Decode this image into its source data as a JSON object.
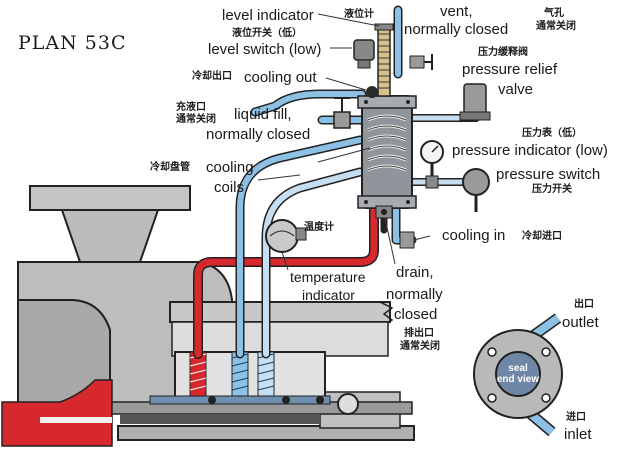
{
  "plan": "PLAN 53C",
  "labels": {
    "level_indicator": "level indicator",
    "level_indicator_zh": "液位计",
    "level_switch_zh": "液位开关（低）",
    "level_switch": "level switch (low)",
    "vent_line1": "vent,",
    "vent_line2": "normally closed",
    "vent_zh_line1": "气孔",
    "vent_zh_line2": "通常关闭",
    "relief_zh": "压力缓释阀",
    "relief_line1": "pressure relief",
    "relief_line2": "valve",
    "cooling_out_zh": "冷却出口",
    "cooling_out": "cooling out",
    "liquid_fill_zh_line1": "充液口",
    "liquid_fill_zh_line2": "通常关闭",
    "liquid_fill_line1": "liquid fill,",
    "liquid_fill_line2": "normally closed",
    "pressure_indicator_zh": "压力表（低）",
    "pressure_indicator": "pressure indicator (low)",
    "coils_zh": "冷却盘管",
    "coils_line1": "cooling",
    "coils_line2": "coils",
    "pressure_switch": "pressure switch",
    "pressure_switch_zh": "压力开关",
    "temp_zh": "温度计",
    "cooling_in": "cooling in",
    "cooling_in_zh": "冷却进口",
    "temp_line1": "temperature",
    "temp_line2": "indicator",
    "drain_line1": "drain,",
    "drain_line2": "normally",
    "drain_line3": "closed",
    "drain_zh_line1": "排出口",
    "drain_zh_line2": "通常关闭",
    "outlet_zh": "出口",
    "outlet": "outlet",
    "inlet_zh": "进口",
    "inlet": "inlet",
    "seal_line1": "seal",
    "seal_line2": "end view"
  },
  "colors": {
    "barrier_red": "#d7282e",
    "cooling_blue": "#8cc0e4",
    "vessel_gray": "#9aa0a6",
    "pump_gray": "#b8b8b8",
    "outline": "#1a1a1a"
  }
}
